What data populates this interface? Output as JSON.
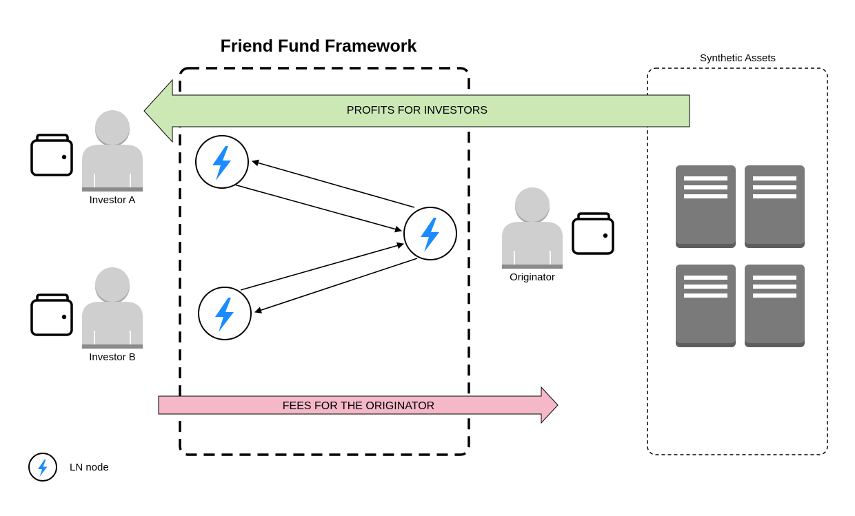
{
  "title": "Friend Fund Framework",
  "synthetic_assets_label": "Synthetic Assets",
  "profits_label": "PROFITS FOR INVESTORS",
  "fees_label": "FEES FOR THE ORIGINATOR",
  "investor_a_label": "Investor A",
  "investor_b_label": "Investor B",
  "originator_label": "Originator",
  "legend_label": "LN node",
  "colors": {
    "profits_fill": "#cce8b5",
    "fees_fill": "#f4b8c8",
    "lightning": "#1a8cff",
    "person": "#cfcfcf",
    "server": "#7a7a7a"
  },
  "icons": [
    "person-icon",
    "wallet-icon",
    "lightning-icon",
    "server-icon"
  ]
}
